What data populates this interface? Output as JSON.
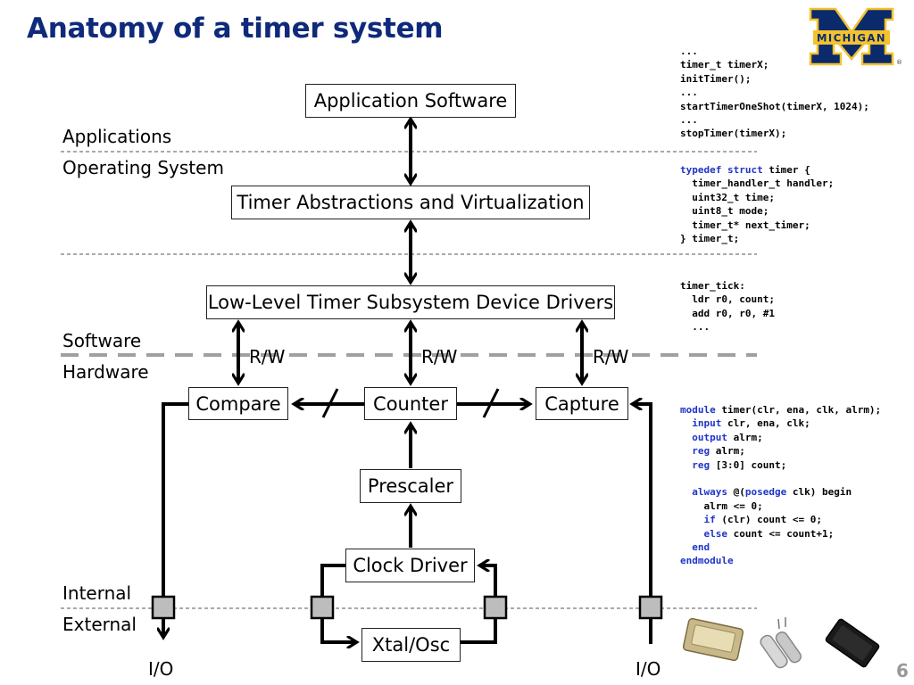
{
  "slide": {
    "title": "Anatomy of a timer system",
    "page_number": "6",
    "logo_text": "MICHIGAN",
    "registered_mark": "®"
  },
  "boxes": {
    "application_software": "Application Software",
    "timer_abstractions": "Timer Abstractions and Virtualization",
    "device_drivers": "Low-Level Timer Subsystem Device Drivers",
    "compare": "Compare",
    "counter": "Counter",
    "capture": "Capture",
    "prescaler": "Prescaler",
    "clock_driver": "Clock Driver",
    "xtal_osc": "Xtal/Osc"
  },
  "layers": {
    "applications": "Applications",
    "operating_system": "Operating System",
    "software": "Software",
    "hardware": "Hardware",
    "internal": "Internal",
    "external": "External"
  },
  "rw_labels": [
    "R/W",
    "R/W",
    "R/W"
  ],
  "io_labels": [
    "I/O",
    "I/O"
  ],
  "code": {
    "app_lines": [
      "...",
      "timer_t timerX;",
      "initTimer();",
      "...",
      "startTimerOneShot(timerX, 1024);",
      "...",
      "stopTimer(timerX);"
    ],
    "struct_kw1": "typedef",
    "struct_kw2": "struct",
    "struct_head_rest": " timer {",
    "struct_lines": [
      "  timer_handler_t handler;",
      "  uint32_t time;",
      "  uint8_t mode;",
      "  timer_t* next_timer;",
      "} timer_t;"
    ],
    "asm_lines": [
      "timer_tick:",
      "  ldr r0, count;",
      "  add r0, r0, #1",
      "  ..."
    ],
    "verilog": {
      "l1_kw": "module",
      "l1_rest": " timer(clr, ena, clk, alrm);",
      "l2_kw": "input",
      "l2_rest": " clr, ena, clk;",
      "l3_kw": "output",
      "l3_rest": " alrm;",
      "l4_kw": "reg",
      "l4_rest": " alrm;",
      "l5_kw": "reg",
      "l5_rest": " [3:0] count;",
      "l6_kw1": "always",
      "l6_mid": " @(",
      "l6_kw2": "posedge",
      "l6_rest": " clk) begin",
      "l7": "    alrm <= 0;",
      "l8_kw": "if",
      "l8_rest": " (clr) count <= 0;",
      "l9_kw": "else",
      "l9_rest": " count <= count+1;",
      "l10_kw": "end",
      "l11_kw": "endmodule"
    }
  },
  "colors": {
    "title": "#0f2a7a",
    "keyword": "#1f34c8",
    "logo_blue": "#0b2a6b",
    "logo_maize": "#f2c230",
    "dashed_boundary": "#a0a0a0",
    "pad": "#bdbdbd"
  }
}
